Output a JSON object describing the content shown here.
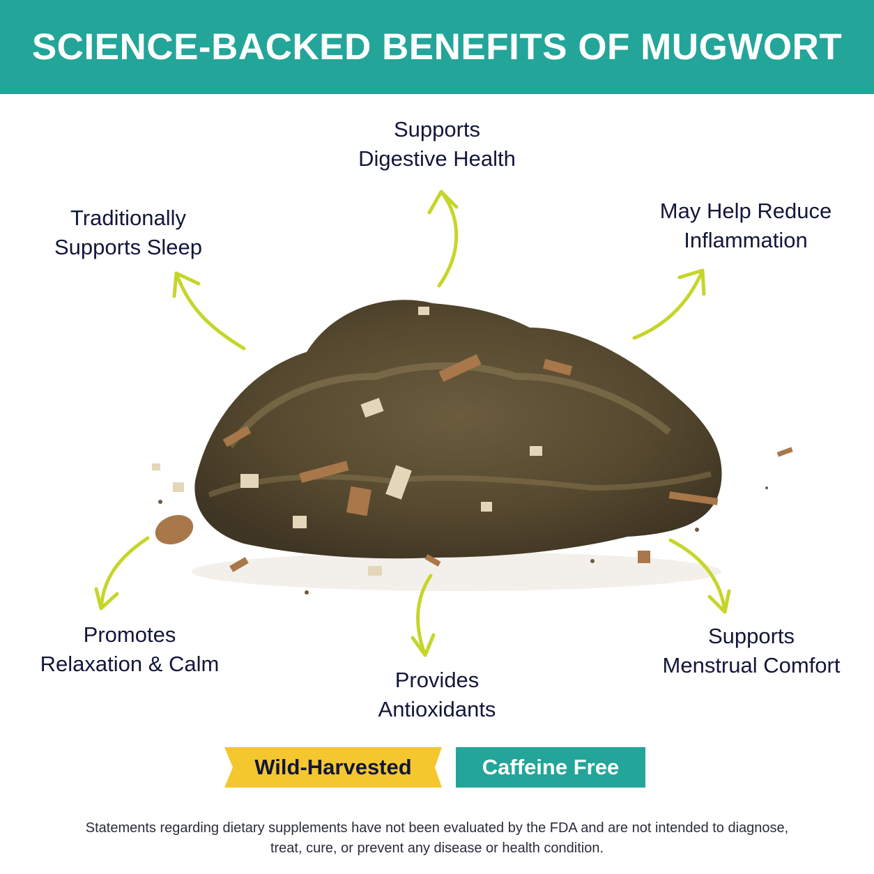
{
  "header": {
    "title": "SCIENCE-BACKED BENEFITS OF MUGWORT"
  },
  "benefits": {
    "digestive": {
      "line1": "Supports",
      "line2": "Digestive Health"
    },
    "sleep": {
      "line1": "Traditionally",
      "line2": "Supports Sleep"
    },
    "inflammation": {
      "line1": "May Help Reduce",
      "line2": "Inflammation"
    },
    "relaxation": {
      "line1": "Promotes",
      "line2": "Relaxation & Calm"
    },
    "antioxidants": {
      "line1": "Provides",
      "line2": "Antioxidants"
    },
    "menstrual": {
      "line1": "Supports",
      "line2": "Menstrual Comfort"
    }
  },
  "badges": {
    "wild": "Wild-Harvested",
    "caffeine": "Caffeine Free"
  },
  "disclaimer": {
    "line1": "Statements regarding dietary supplements have not been evaluated by the FDA and are not intended to diagnose,",
    "line2": "treat, cure, or prevent any disease or health condition."
  },
  "colors": {
    "teal": "#23a599",
    "yellow": "#f5c72e",
    "arrow": "#c5d62a",
    "text": "#12163a",
    "herb_dark": "#4f4430",
    "herb_mid": "#7a6a4a",
    "herb_wood": "#a8774a"
  },
  "icons": {
    "arrow": "curved-arrow-icon",
    "herb": "dried-mugwort-pile-image"
  }
}
